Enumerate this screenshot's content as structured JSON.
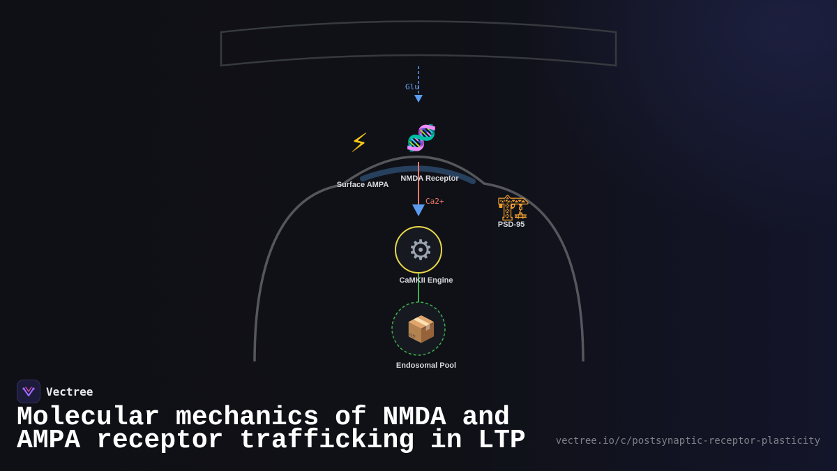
{
  "brand": {
    "name": "Vectree",
    "logo_icon": "neuron-v-icon",
    "accent": "#a06bff"
  },
  "title": "Molecular mechanics of NMDA and AMPA receptor trafficking in LTP",
  "url": "vectree.io/c/postsynaptic-receptor-plasticity",
  "diagram": {
    "glutamate_label": "Glu",
    "calcium_label": "Ca2+",
    "nodes": {
      "ampa": {
        "label": "Surface AMPA",
        "icon": "lightning-icon",
        "glyph": "⚡"
      },
      "nmda": {
        "label": "NMDA Receptor",
        "icon": "dna-icon",
        "glyph": "🧬"
      },
      "psd95": {
        "label": "PSD-95",
        "icon": "crane-icon",
        "glyph": "🏗"
      },
      "camkii": {
        "label": "CaMKII Engine",
        "icon": "gear-icon",
        "glyph": "⚙"
      },
      "endosomal": {
        "label": "Endosomal Pool",
        "icon": "package-icon",
        "glyph": "📦"
      }
    },
    "colors": {
      "glutamate": "#5b9cf0",
      "calcium": "#f07a6a",
      "camkii_ring": "#e9d84a",
      "pool_ring": "#3fb04e",
      "membrane": "#4a4c52",
      "psd_band": "#26405e"
    }
  }
}
